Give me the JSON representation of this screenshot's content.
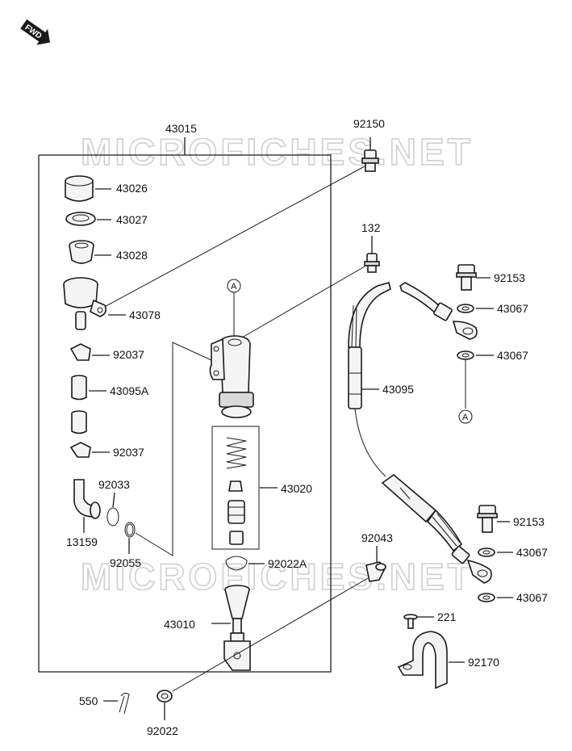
{
  "badge": {
    "text": "FWD"
  },
  "watermark": {
    "text": "MICROFICHES.NET"
  },
  "reference_mark": "A",
  "parts": {
    "p43015": "43015",
    "p92150": "92150",
    "p43026": "43026",
    "p43027": "43027",
    "p43028": "43028",
    "p43078": "43078",
    "p92037a": "92037",
    "p43095A": "43095A",
    "p92037b": "92037",
    "p92033": "92033",
    "p13159": "13159",
    "p92055": "92055",
    "p132": "132",
    "p43020": "43020",
    "p92022A": "92022A",
    "p43010": "43010",
    "p92043": "92043",
    "p550": "550",
    "p92022": "92022",
    "p92153a": "92153",
    "p43067a": "43067",
    "p43067b": "43067",
    "p43095": "43095",
    "p92153b": "92153",
    "p43067c": "43067",
    "p43067d": "43067",
    "p221": "221",
    "p92170": "92170"
  },
  "colors": {
    "line": "#1a1a1a",
    "watermark": "#cfcfcf",
    "badge": "#1a1a1a"
  },
  "icons": {
    "badge": "fwd-arrow-icon"
  }
}
